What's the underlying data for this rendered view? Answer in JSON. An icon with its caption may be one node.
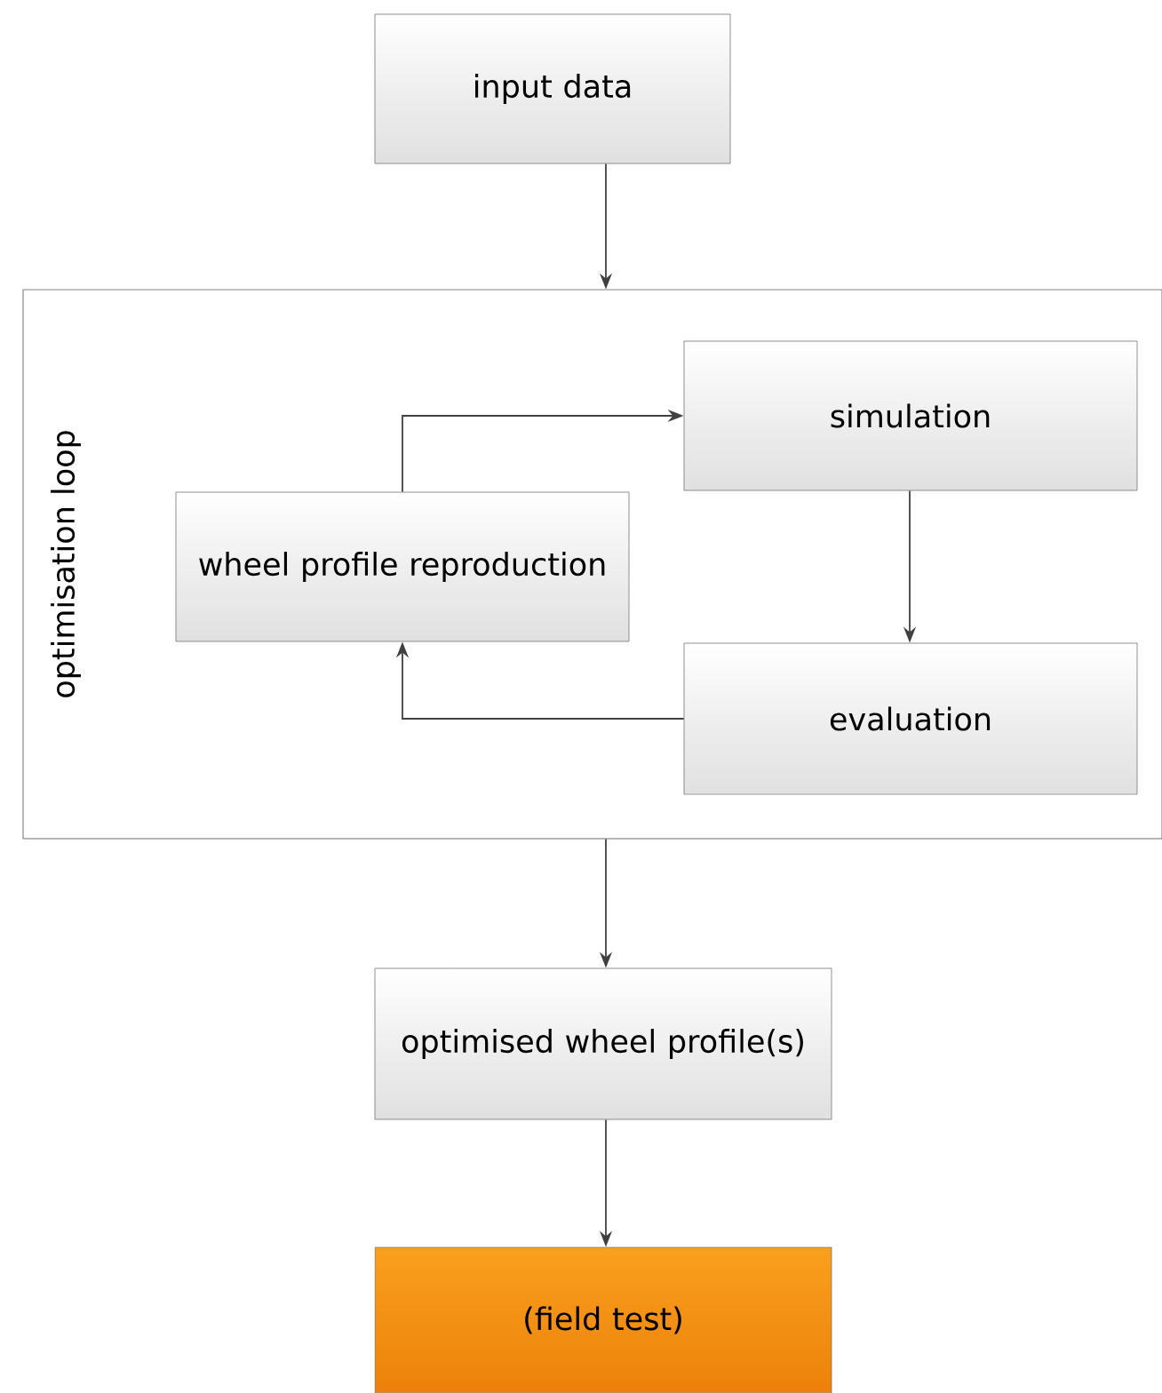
{
  "diagram": {
    "nodes": [
      {
        "text": [
          "input data"
        ]
      },
      {
        "text": [
          "optimisation loop"
        ]
      },
      {
        "text": [
          "wheel profile reproduction"
        ],
        "in": 1
      },
      {
        "text": [
          "simulation"
        ],
        "in": 1
      },
      {
        "text": [
          "evaluation"
        ],
        "in": 1
      },
      {
        "text": [
          "optimised wheel profile(s)"
        ]
      },
      {
        "text": [
          "(field test)"
        ]
      }
    ],
    "edges": [
      {
        "from": 0,
        "to": 1,
        "arrow": "to"
      },
      {
        "from": 2,
        "to": 3,
        "arrow": "to"
      },
      {
        "from": 3,
        "to": 4,
        "arrow": "to"
      },
      {
        "from": 4,
        "to": 2,
        "arrow": "to"
      },
      {
        "from": 1,
        "to": 5,
        "arrow": "to"
      },
      {
        "from": 5,
        "to": 6,
        "arrow": "to"
      }
    ]
  }
}
